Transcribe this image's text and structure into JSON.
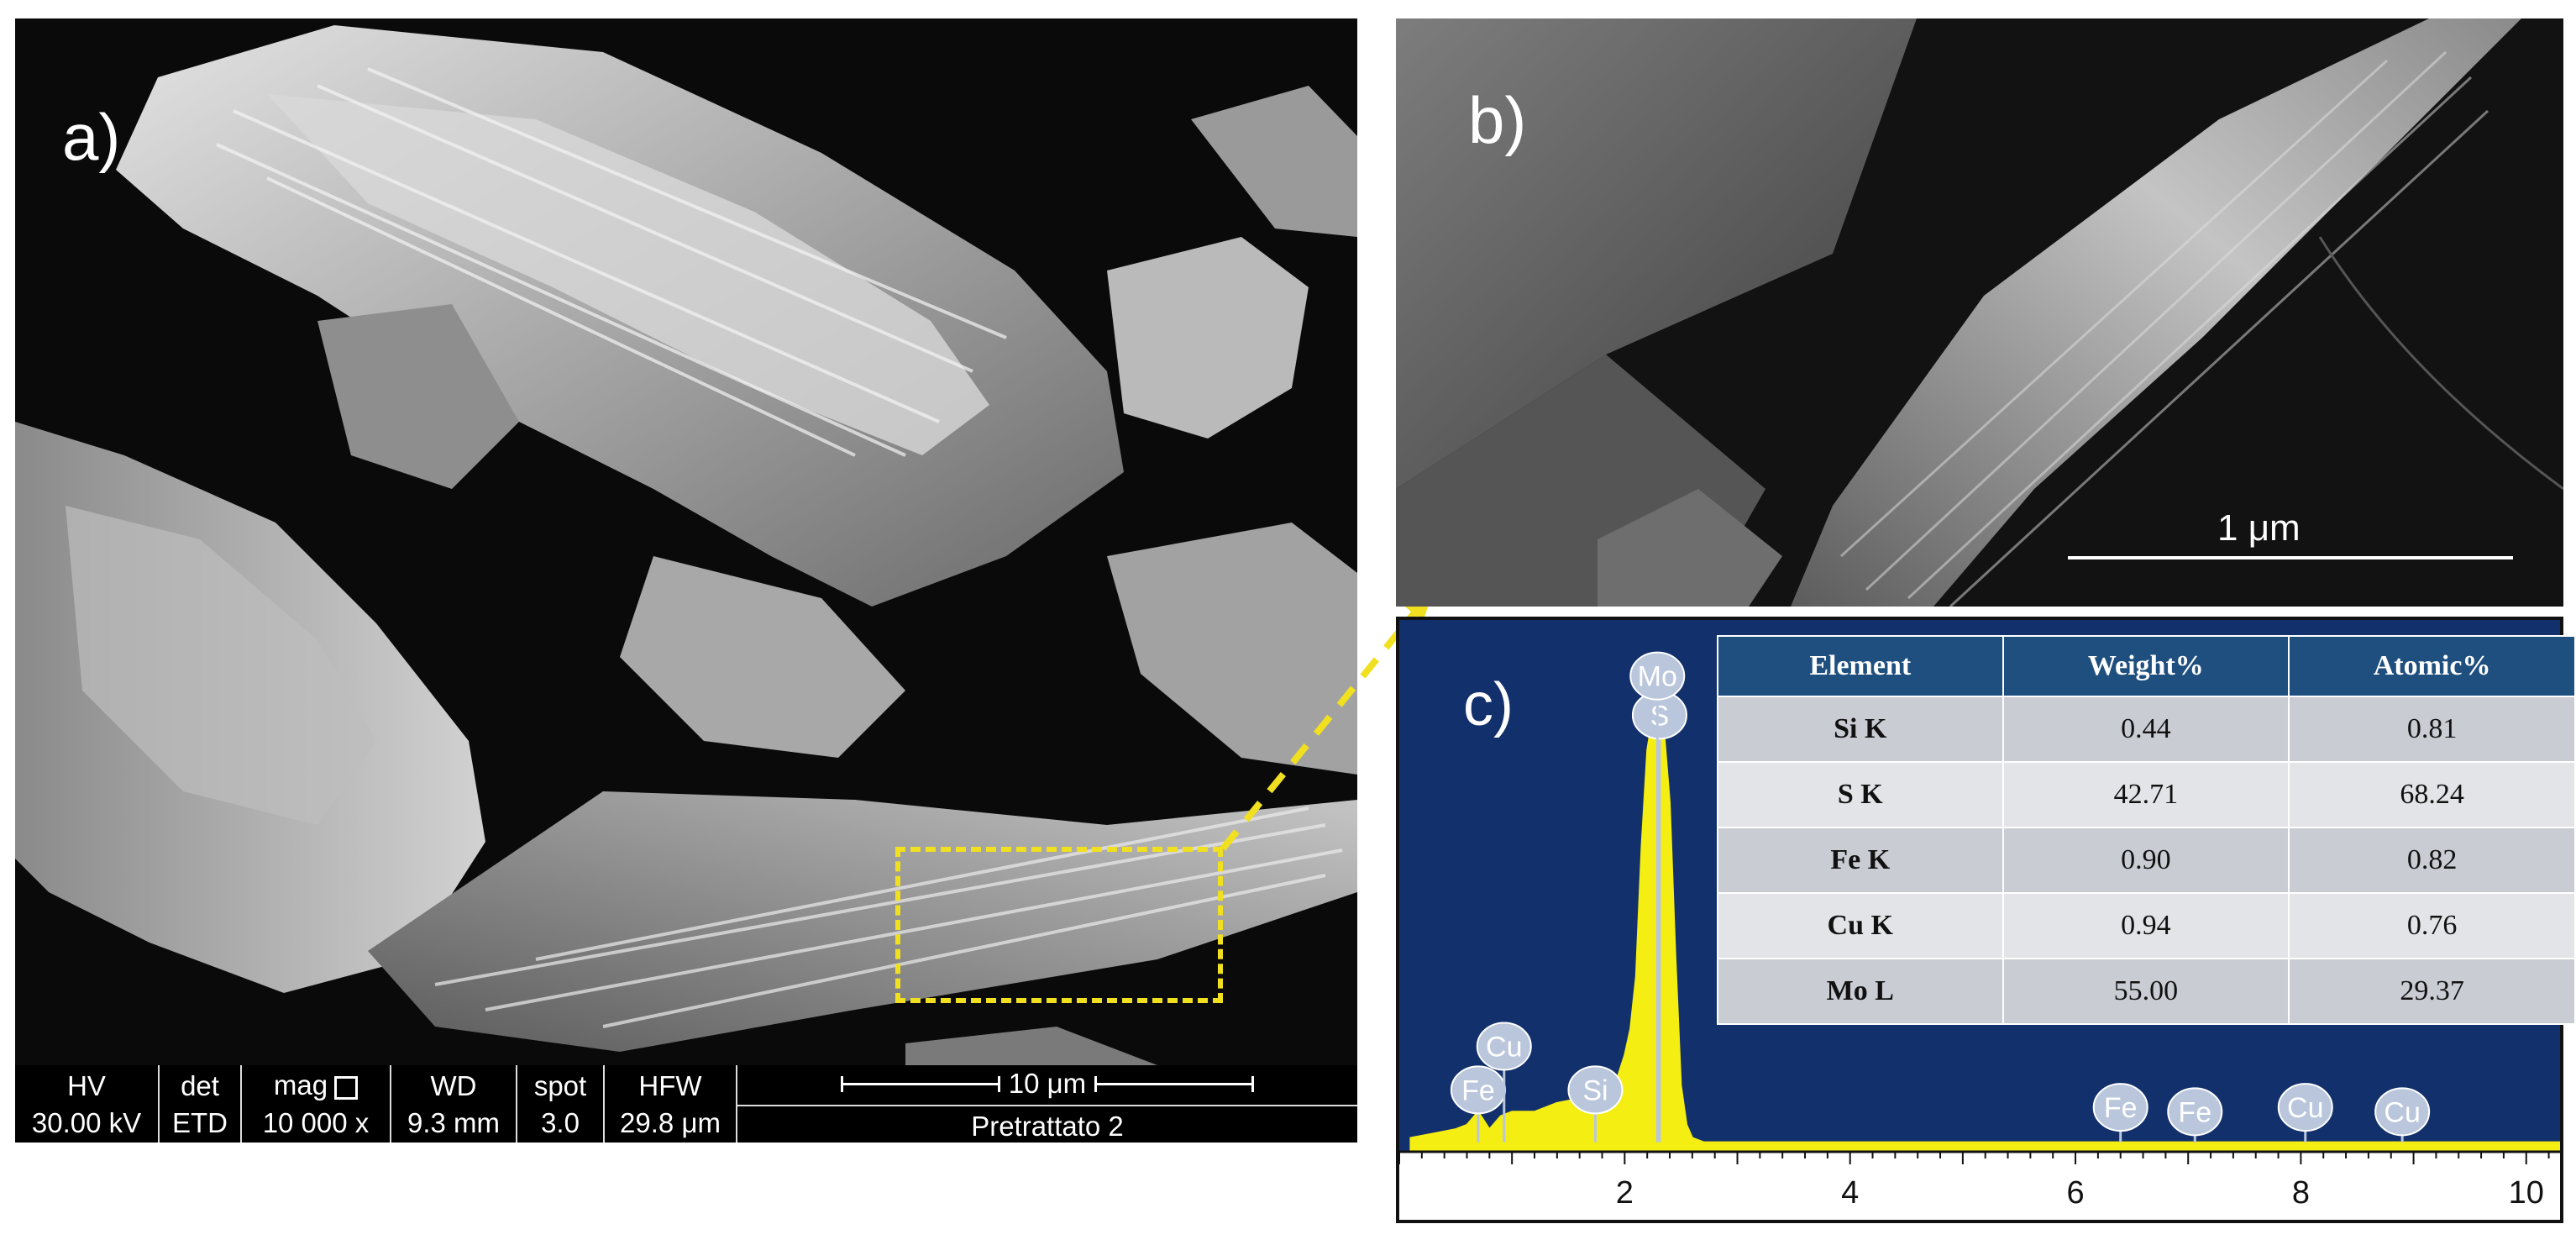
{
  "panel_a": {
    "label": "a)",
    "sem_info": {
      "hv_label": "HV",
      "hv_value": "30.00 kV",
      "det_label": "det",
      "det_value": "ETD",
      "mag_label": "mag",
      "mag_value": "10 000 x",
      "wd_label": "WD",
      "wd_value": "9.3 mm",
      "spot_label": "spot",
      "spot_value": "3.0",
      "hfw_label": "HFW",
      "hfw_value": "29.8 μm",
      "scale_label": "10 μm",
      "sample_name": "Pretrattato 2"
    }
  },
  "panel_b": {
    "label": "b)",
    "scale_label": "1 μm"
  },
  "panel_c": {
    "label": "c)",
    "table": {
      "headers": [
        "Element",
        "Weight%",
        "Atomic%"
      ],
      "rows": [
        [
          "Si K",
          "0.44",
          "0.81"
        ],
        [
          "S K",
          "42.71",
          "68.24"
        ],
        [
          "Fe K",
          "0.90",
          "0.82"
        ],
        [
          "Cu K",
          "0.94",
          "0.76"
        ],
        [
          "Mo L",
          "55.00",
          "29.37"
        ]
      ]
    }
  },
  "chart_data": {
    "type": "line",
    "title": "",
    "xlabel": "",
    "ylabel": "",
    "xlim": [
      0,
      10.3
    ],
    "x_ticks": [
      2,
      4,
      6,
      8,
      10
    ],
    "colors": {
      "background": "#12306b",
      "spectrum": "#f5ee12",
      "marker": "#b9c6dc"
    },
    "series": [
      {
        "x": [
          0.1,
          0.3,
          0.5,
          0.6,
          0.7,
          0.75,
          0.8,
          0.9,
          1.0,
          1.2,
          1.4,
          1.6,
          1.74,
          1.8,
          1.9,
          1.95,
          2.0,
          2.05,
          2.1,
          2.15,
          2.2,
          2.25,
          2.3,
          2.35,
          2.4,
          2.45,
          2.5,
          2.55,
          2.6,
          2.7,
          3.0,
          4.0,
          5.0,
          6.0,
          6.4,
          7.0,
          8.0,
          9.0,
          10.0,
          10.3
        ],
        "y": [
          3,
          4,
          5,
          6,
          9,
          7,
          5,
          8,
          9,
          9,
          11,
          12,
          12,
          12,
          13,
          18,
          22,
          28,
          40,
          70,
          92,
          100,
          100,
          96,
          80,
          45,
          15,
          6,
          3,
          2,
          2,
          2,
          2,
          2,
          2,
          2,
          2,
          2,
          2,
          2
        ]
      }
    ],
    "peak_markers": [
      {
        "label": "Fe",
        "x": 0.7,
        "tag_y": 14
      },
      {
        "label": "Cu",
        "x": 0.93,
        "tag_y": 24
      },
      {
        "label": "Si",
        "x": 1.74,
        "tag_y": 14
      },
      {
        "label": "S",
        "x": 2.31,
        "tag_y": 100
      },
      {
        "label": "Mo",
        "x": 2.29,
        "tag_y": 109
      },
      {
        "label": "Fe",
        "x": 6.4,
        "tag_y": 10
      },
      {
        "label": "Fe",
        "x": 7.06,
        "tag_y": 9
      },
      {
        "label": "Cu",
        "x": 8.04,
        "tag_y": 10
      },
      {
        "label": "Cu",
        "x": 8.9,
        "tag_y": 9
      }
    ]
  }
}
